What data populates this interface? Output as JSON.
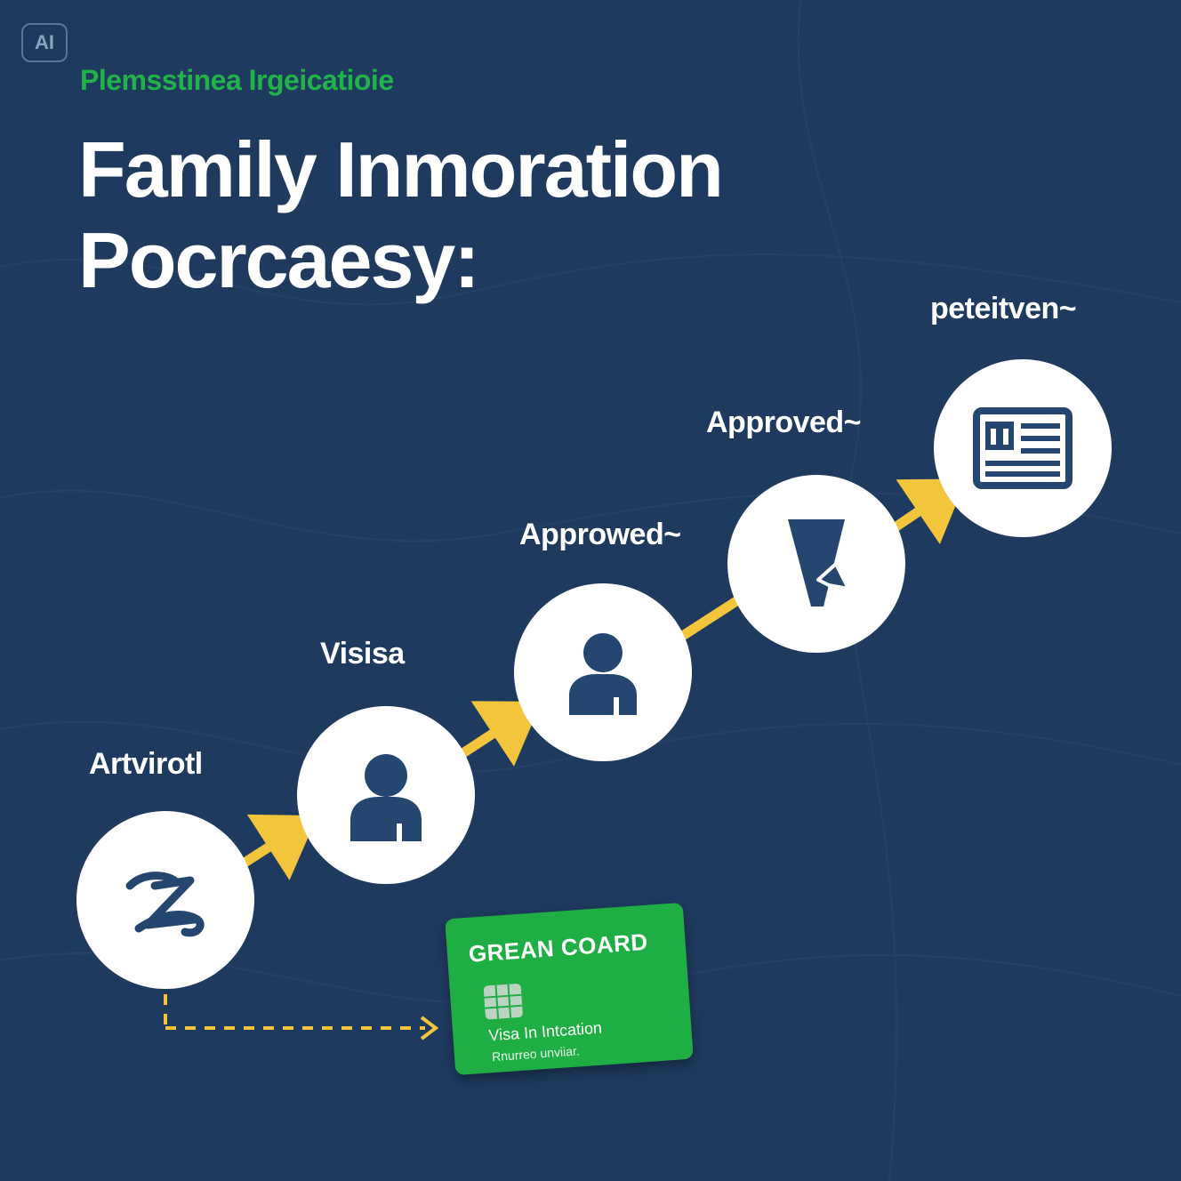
{
  "badge": {
    "text": "AI"
  },
  "header": {
    "subtitle": "Plemsstinea Irgeicatioie",
    "title_line1": "Family Inmoration",
    "title_line2": "Pocrcaesy:"
  },
  "steps": [
    {
      "label": "Artvirotl",
      "icon": "signature-icon"
    },
    {
      "label": "Visisa",
      "icon": "person-icon"
    },
    {
      "label": "Approwed~",
      "icon": "person-icon"
    },
    {
      "label": "Approved~",
      "icon": "cone-icon"
    },
    {
      "label": "peteitven~",
      "icon": "document-icon"
    }
  ],
  "green_card": {
    "title": "GREAN COARD",
    "line1": "Visa In Intcation",
    "line2": "Rnurreo unviiar."
  },
  "colors": {
    "background": "#1f3a5f",
    "accent_green": "#21b24a",
    "arrow_yellow": "#f2c53d",
    "icon_navy": "#24466f",
    "node_white": "#ffffff"
  }
}
